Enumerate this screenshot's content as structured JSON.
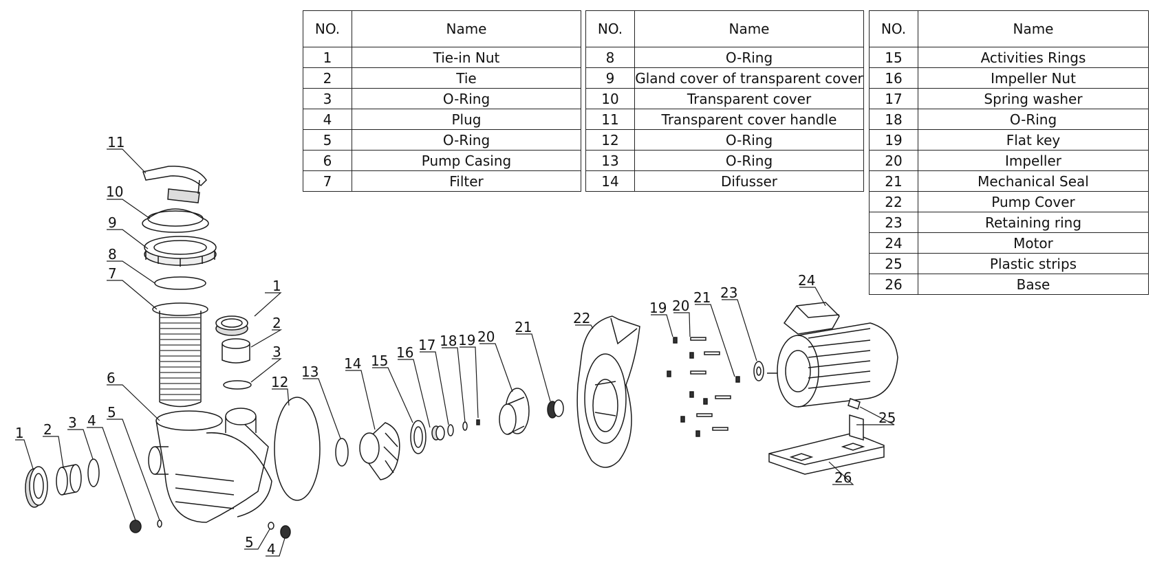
{
  "tables": [
    {
      "headers": [
        "NO.",
        "Name"
      ],
      "rows": [
        [
          "1",
          "Tie-in Nut"
        ],
        [
          "2",
          "Tie"
        ],
        [
          "3",
          "O-Ring"
        ],
        [
          "4",
          "Plug"
        ],
        [
          "5",
          "O-Ring"
        ],
        [
          "6",
          "Pump Casing"
        ],
        [
          "7",
          "Filter"
        ]
      ]
    },
    {
      "headers": [
        "NO.",
        "Name"
      ],
      "rows": [
        [
          "8",
          "O-Ring"
        ],
        [
          "9",
          "Gland cover of transparent cover"
        ],
        [
          "10",
          "Transparent cover"
        ],
        [
          "11",
          "Transparent cover handle"
        ],
        [
          "12",
          "O-Ring"
        ],
        [
          "13",
          "O-Ring"
        ],
        [
          "14",
          "Difusser"
        ]
      ]
    },
    {
      "headers": [
        "NO.",
        "Name"
      ],
      "rows": [
        [
          "15",
          "Activities Rings"
        ],
        [
          "16",
          "Impeller Nut"
        ],
        [
          "17",
          "Spring washer"
        ],
        [
          "18",
          "O-Ring"
        ],
        [
          "19",
          "Flat key"
        ],
        [
          "20",
          "Impeller"
        ],
        [
          "21",
          "Mechanical Seal"
        ],
        [
          "22",
          "Pump Cover"
        ],
        [
          "23",
          "Retaining ring"
        ],
        [
          "24",
          "Motor"
        ],
        [
          "25",
          "Plastic strips"
        ],
        [
          "26",
          "Base"
        ]
      ]
    }
  ],
  "callouts": [
    "11",
    "10",
    "9",
    "8",
    "7",
    "1",
    "2",
    "3",
    "6",
    "12",
    "13",
    "14",
    "15",
    "16",
    "17",
    "18",
    "19",
    "20",
    "21",
    "22",
    "19",
    "20",
    "21",
    "23",
    "24",
    "25",
    "26",
    "1",
    "2",
    "3",
    "4",
    "5",
    "5",
    "4"
  ]
}
